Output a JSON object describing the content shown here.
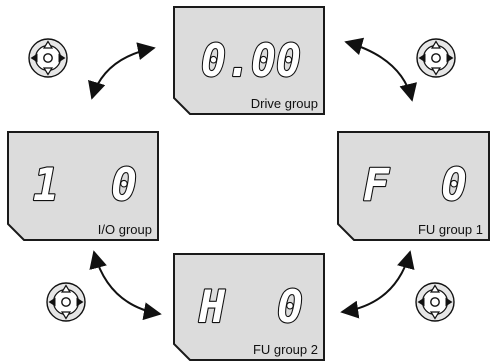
{
  "displays": [
    {
      "id": "drive",
      "readout": "0.00",
      "label": "Drive group"
    },
    {
      "id": "io",
      "readout": "1  0",
      "label": "I/O group"
    },
    {
      "id": "fu1",
      "readout": "F  0",
      "label": "FU group 1"
    },
    {
      "id": "fu2",
      "readout": "H  0",
      "label": "FU group 2"
    }
  ],
  "keypad_icon": "four-way-navigation-keypad-icon"
}
